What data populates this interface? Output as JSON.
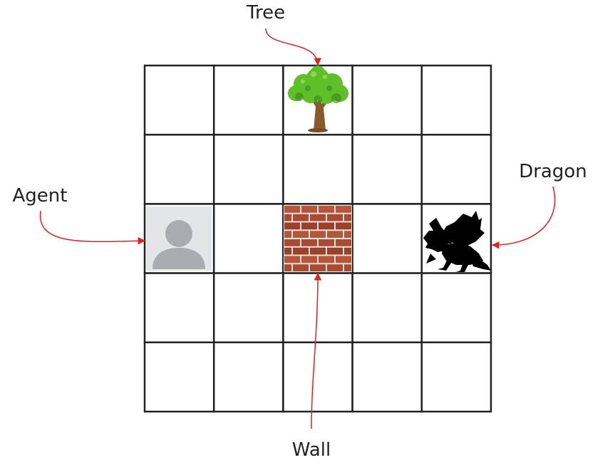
{
  "grid": {
    "rows": 5,
    "cols": 5,
    "line_color": "#222222",
    "cells": [
      {
        "row": 0,
        "col": 2,
        "item": "tree"
      },
      {
        "row": 2,
        "col": 0,
        "item": "agent"
      },
      {
        "row": 2,
        "col": 2,
        "item": "wall"
      },
      {
        "row": 2,
        "col": 4,
        "item": "dragon"
      }
    ]
  },
  "labels": {
    "tree": "Tree",
    "agent": "Agent",
    "wall": "Wall",
    "dragon": "Dragon"
  },
  "colors": {
    "arrow": "#e02020",
    "agent_bg": "#e4e5e7",
    "agent_icon": "#a9acb0",
    "brick": "#a94a32",
    "mortar": "#e8e1d8",
    "tree_leaf": "#5fbf2a",
    "tree_leaf_dark": "#3e8f17",
    "tree_trunk": "#8a5a2b",
    "dragon": "#000000"
  }
}
